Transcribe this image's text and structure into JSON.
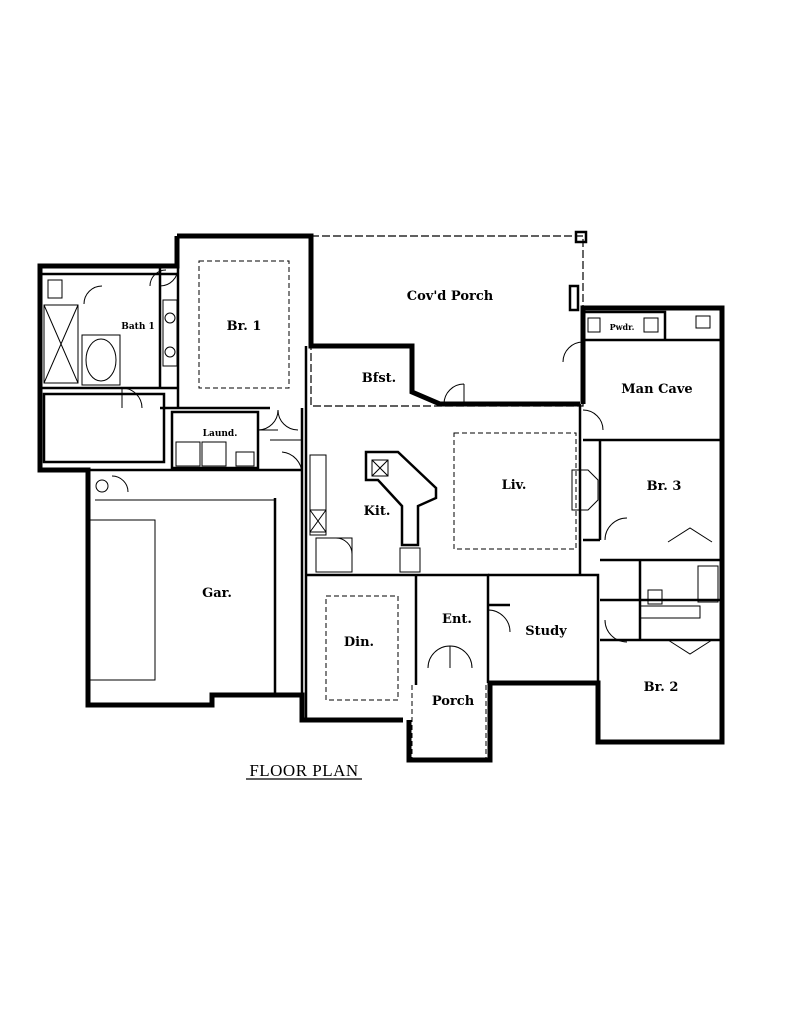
{
  "plan_title": "FLOOR PLAN",
  "rooms": {
    "covd_porch": "Cov'd Porch",
    "br1": "Br. 1",
    "bath1": "Bath 1",
    "pwdr": "Pwdr.",
    "man_cave": "Man Cave",
    "bfst": "Bfst.",
    "laund": "Laund.",
    "liv": "Liv.",
    "br3": "Br. 3",
    "kit": "Kit.",
    "gar": "Gar.",
    "din": "Din.",
    "ent": "Ent.",
    "study": "Study",
    "br2": "Br. 2",
    "porch": "Porch"
  }
}
